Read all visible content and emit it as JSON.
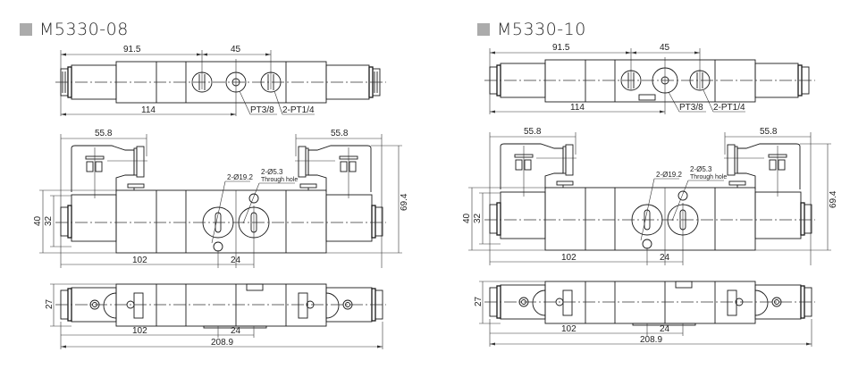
{
  "drawings": [
    {
      "model": "M5330-08",
      "top_view": {
        "dim_left": "91.5",
        "dim_mid": "45",
        "dim_bottom": "114",
        "port_center": "PT3/8",
        "port_side": "2-PT1/4"
      },
      "front_view": {
        "coil_left_width": "55.8",
        "coil_right_width": "55.8",
        "total_height": "69.4",
        "body_height": "40",
        "inner_height": "32",
        "mount_hole_label": "2-Ø19.2",
        "through_hole_label": "2-Ø5.3",
        "through_hole_note": "Through hole",
        "dim_102": "102",
        "dim_24": "24"
      },
      "bottom_view": {
        "height": "27",
        "dim_102": "102",
        "dim_24": "24",
        "overall_length": "208.9"
      }
    },
    {
      "model": "M5330-10",
      "top_view": {
        "dim_left": "91.5",
        "dim_mid": "45",
        "dim_bottom": "114",
        "port_center": "PT3/8",
        "port_side": "2-PT1/4"
      },
      "front_view": {
        "coil_left_width": "55.8",
        "coil_right_width": "55.8",
        "total_height": "69.4",
        "body_height": "40",
        "inner_height": "32",
        "mount_hole_label": "2-Ø19.2",
        "through_hole_label": "2-Ø5.3",
        "through_hole_note": "Through hole",
        "dim_102": "102",
        "dim_24": "24"
      },
      "bottom_view": {
        "height": "27",
        "dim_102": "102",
        "dim_24": "24",
        "overall_length": "208.9"
      }
    }
  ],
  "colors": {
    "title_square": "#ababab",
    "title_text": "#2b2b2b",
    "line": "#1a1a1a"
  }
}
